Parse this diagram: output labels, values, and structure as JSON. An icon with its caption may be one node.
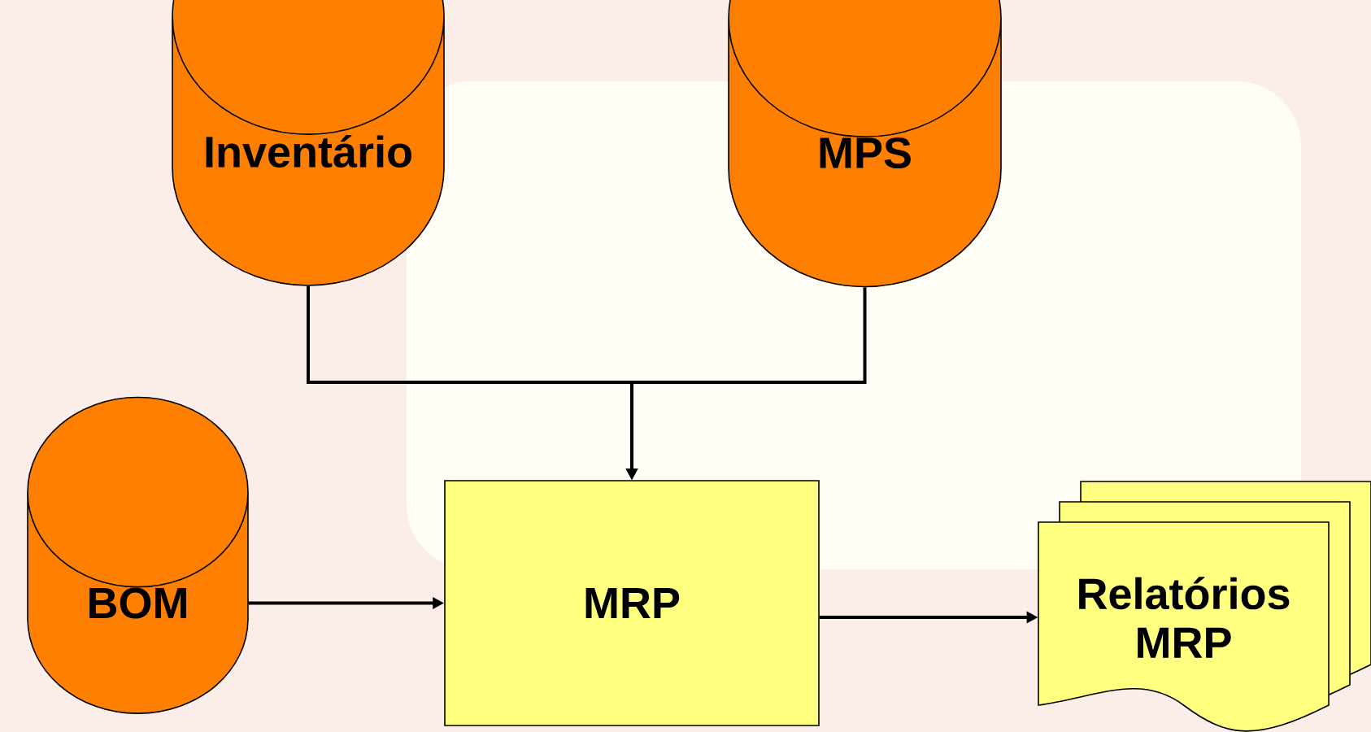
{
  "diagram": {
    "nodes": [
      {
        "text": [
          "Inventário"
        ]
      },
      {
        "text": [
          "MPS"
        ]
      },
      {
        "text": [
          "BOM"
        ]
      },
      {
        "text": [
          "MRP"
        ]
      },
      {
        "text": [
          "Relatórios MRP"
        ]
      }
    ],
    "edges": [
      {
        "from": 0,
        "to": 3,
        "arrow": "to"
      },
      {
        "from": 1,
        "to": 3,
        "arrow": "to"
      },
      {
        "from": 2,
        "to": 3,
        "arrow": "to"
      },
      {
        "from": 3,
        "to": 4,
        "arrow": "to"
      }
    ]
  }
}
